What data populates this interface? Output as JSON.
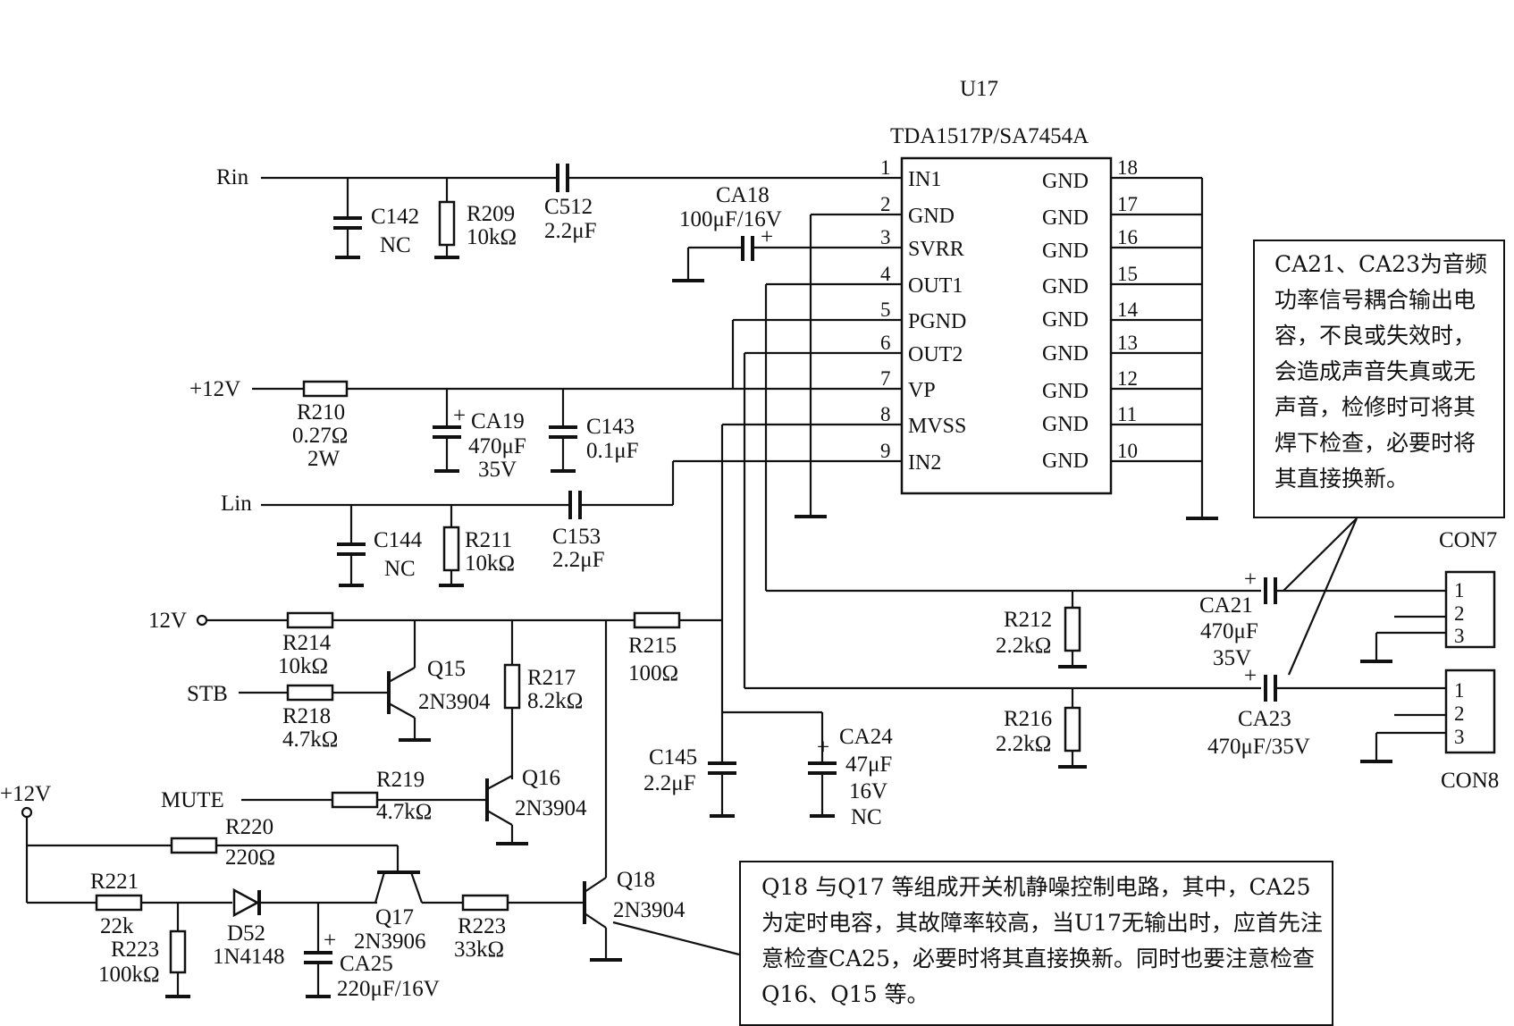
{
  "ic": {
    "designator": "U17",
    "part": "TDA1517P/SA7454A",
    "pins_left": [
      {
        "num": "1",
        "name": "IN1"
      },
      {
        "num": "2",
        "name": "GND"
      },
      {
        "num": "3",
        "name": "SVRR"
      },
      {
        "num": "4",
        "name": "OUT1"
      },
      {
        "num": "5",
        "name": "PGND"
      },
      {
        "num": "6",
        "name": "OUT2"
      },
      {
        "num": "7",
        "name": "VP"
      },
      {
        "num": "8",
        "name": "MVSS"
      },
      {
        "num": "9",
        "name": "IN2"
      }
    ],
    "pins_right": [
      {
        "num": "18",
        "name": "GND"
      },
      {
        "num": "17",
        "name": "GND"
      },
      {
        "num": "16",
        "name": "GND"
      },
      {
        "num": "15",
        "name": "GND"
      },
      {
        "num": "14",
        "name": "GND"
      },
      {
        "num": "13",
        "name": "GND"
      },
      {
        "num": "12",
        "name": "GND"
      },
      {
        "num": "11",
        "name": "GND"
      },
      {
        "num": "10",
        "name": "GND"
      }
    ]
  },
  "nets": {
    "rin": "Rin",
    "lin": "Lin",
    "vcc12_top": "+12V",
    "vcc12_mid": "12V",
    "vcc12_bottom": "+12V",
    "stb": "STB",
    "mute": "MUTE"
  },
  "components": {
    "c142": {
      "ref": "C142",
      "value": "NC"
    },
    "r209": {
      "ref": "R209",
      "value": "10kΩ"
    },
    "c512": {
      "ref": "C512",
      "value": "2.2μF"
    },
    "ca18": {
      "ref": "CA18",
      "value": "100μF/16V"
    },
    "r210": {
      "ref": "R210",
      "value": "0.27Ω",
      "power": "2W"
    },
    "ca19": {
      "ref": "CA19",
      "value": "470μF",
      "voltage": "35V"
    },
    "c143": {
      "ref": "C143",
      "value": "0.1μF"
    },
    "c144": {
      "ref": "C144",
      "value": "NC"
    },
    "r211": {
      "ref": "R211",
      "value": "10kΩ"
    },
    "c153": {
      "ref": "C153",
      "value": "2.2μF"
    },
    "r214": {
      "ref": "R214",
      "value": "10kΩ"
    },
    "r215": {
      "ref": "R215",
      "value": "100Ω"
    },
    "q15": {
      "ref": "Q15",
      "value": "2N3904"
    },
    "r217": {
      "ref": "R217",
      "value": "8.2kΩ"
    },
    "r218": {
      "ref": "R218",
      "value": "4.7kΩ"
    },
    "r219": {
      "ref": "R219",
      "value": "4.7kΩ"
    },
    "q16": {
      "ref": "Q16",
      "value": "2N3904"
    },
    "c145": {
      "ref": "C145",
      "value": "2.2μF"
    },
    "ca24": {
      "ref": "CA24",
      "value": "47μF",
      "voltage": "16V",
      "note": "NC"
    },
    "r212": {
      "ref": "R212",
      "value": "2.2kΩ"
    },
    "r216": {
      "ref": "R216",
      "value": "2.2kΩ"
    },
    "ca21": {
      "ref": "CA21",
      "value": "470μF",
      "voltage": "35V"
    },
    "ca23": {
      "ref": "CA23",
      "value": "470μF/35V"
    },
    "r220": {
      "ref": "R220",
      "value": "220Ω"
    },
    "r221": {
      "ref": "R221",
      "value": "22k"
    },
    "r223a": {
      "ref": "R223",
      "value": "100kΩ"
    },
    "d52": {
      "ref": "D52",
      "value": "1N4148"
    },
    "ca25": {
      "ref": "CA25",
      "value": "220μF/16V"
    },
    "q17": {
      "ref": "Q17",
      "value": "2N3906"
    },
    "r223b": {
      "ref": "R223",
      "value": "33kΩ"
    },
    "q18": {
      "ref": "Q18",
      "value": "2N3904"
    }
  },
  "connectors": {
    "con7": {
      "ref": "CON7",
      "pins": [
        "1",
        "2",
        "3"
      ]
    },
    "con8": {
      "ref": "CON8",
      "pins": [
        "1",
        "2",
        "3"
      ]
    }
  },
  "plus_sign": "+",
  "notes": {
    "right": "CA21、CA23为音频功率信号耦合输出电容，不良或失效时，会造成声音失真或无声音，检修时可将其焊下检查，必要时将其直接换新。",
    "bottom": "Q18 与Q17 等组成开关机静噪控制电路，其中，CA25为定时电容，其故障率较高，当U17无输出时，应首先注意检查CA25，必要时将其直接换新。同时也要注意检查Q16、Q15 等。"
  }
}
